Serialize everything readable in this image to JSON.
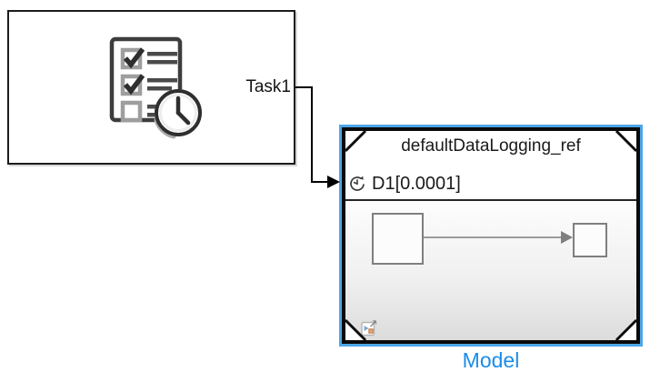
{
  "diagram": {
    "scheduler_block": {
      "port_label": "Task1",
      "icon": "task-checklist-clock-icon"
    },
    "model_block": {
      "title": "defaultDataLogging_ref",
      "schedule_port_label": "D1[0.0001]",
      "name_label": "Model",
      "selected": true,
      "schedule_port_icon": "timer-icon",
      "preview_badge_icon": "model-preview-badge-icon"
    },
    "connection": {
      "source_port": "Task1",
      "destination_port": "D1[0.0001]"
    },
    "colors": {
      "selection_outline": "#4da6e8",
      "model_name_label": "#1b8ce8",
      "block_border": "#141414",
      "preview_stroke": "#7f7f7f",
      "icon_dark_gray": "#2e2e2e",
      "icon_mid_gray": "#9e9e9e"
    }
  }
}
